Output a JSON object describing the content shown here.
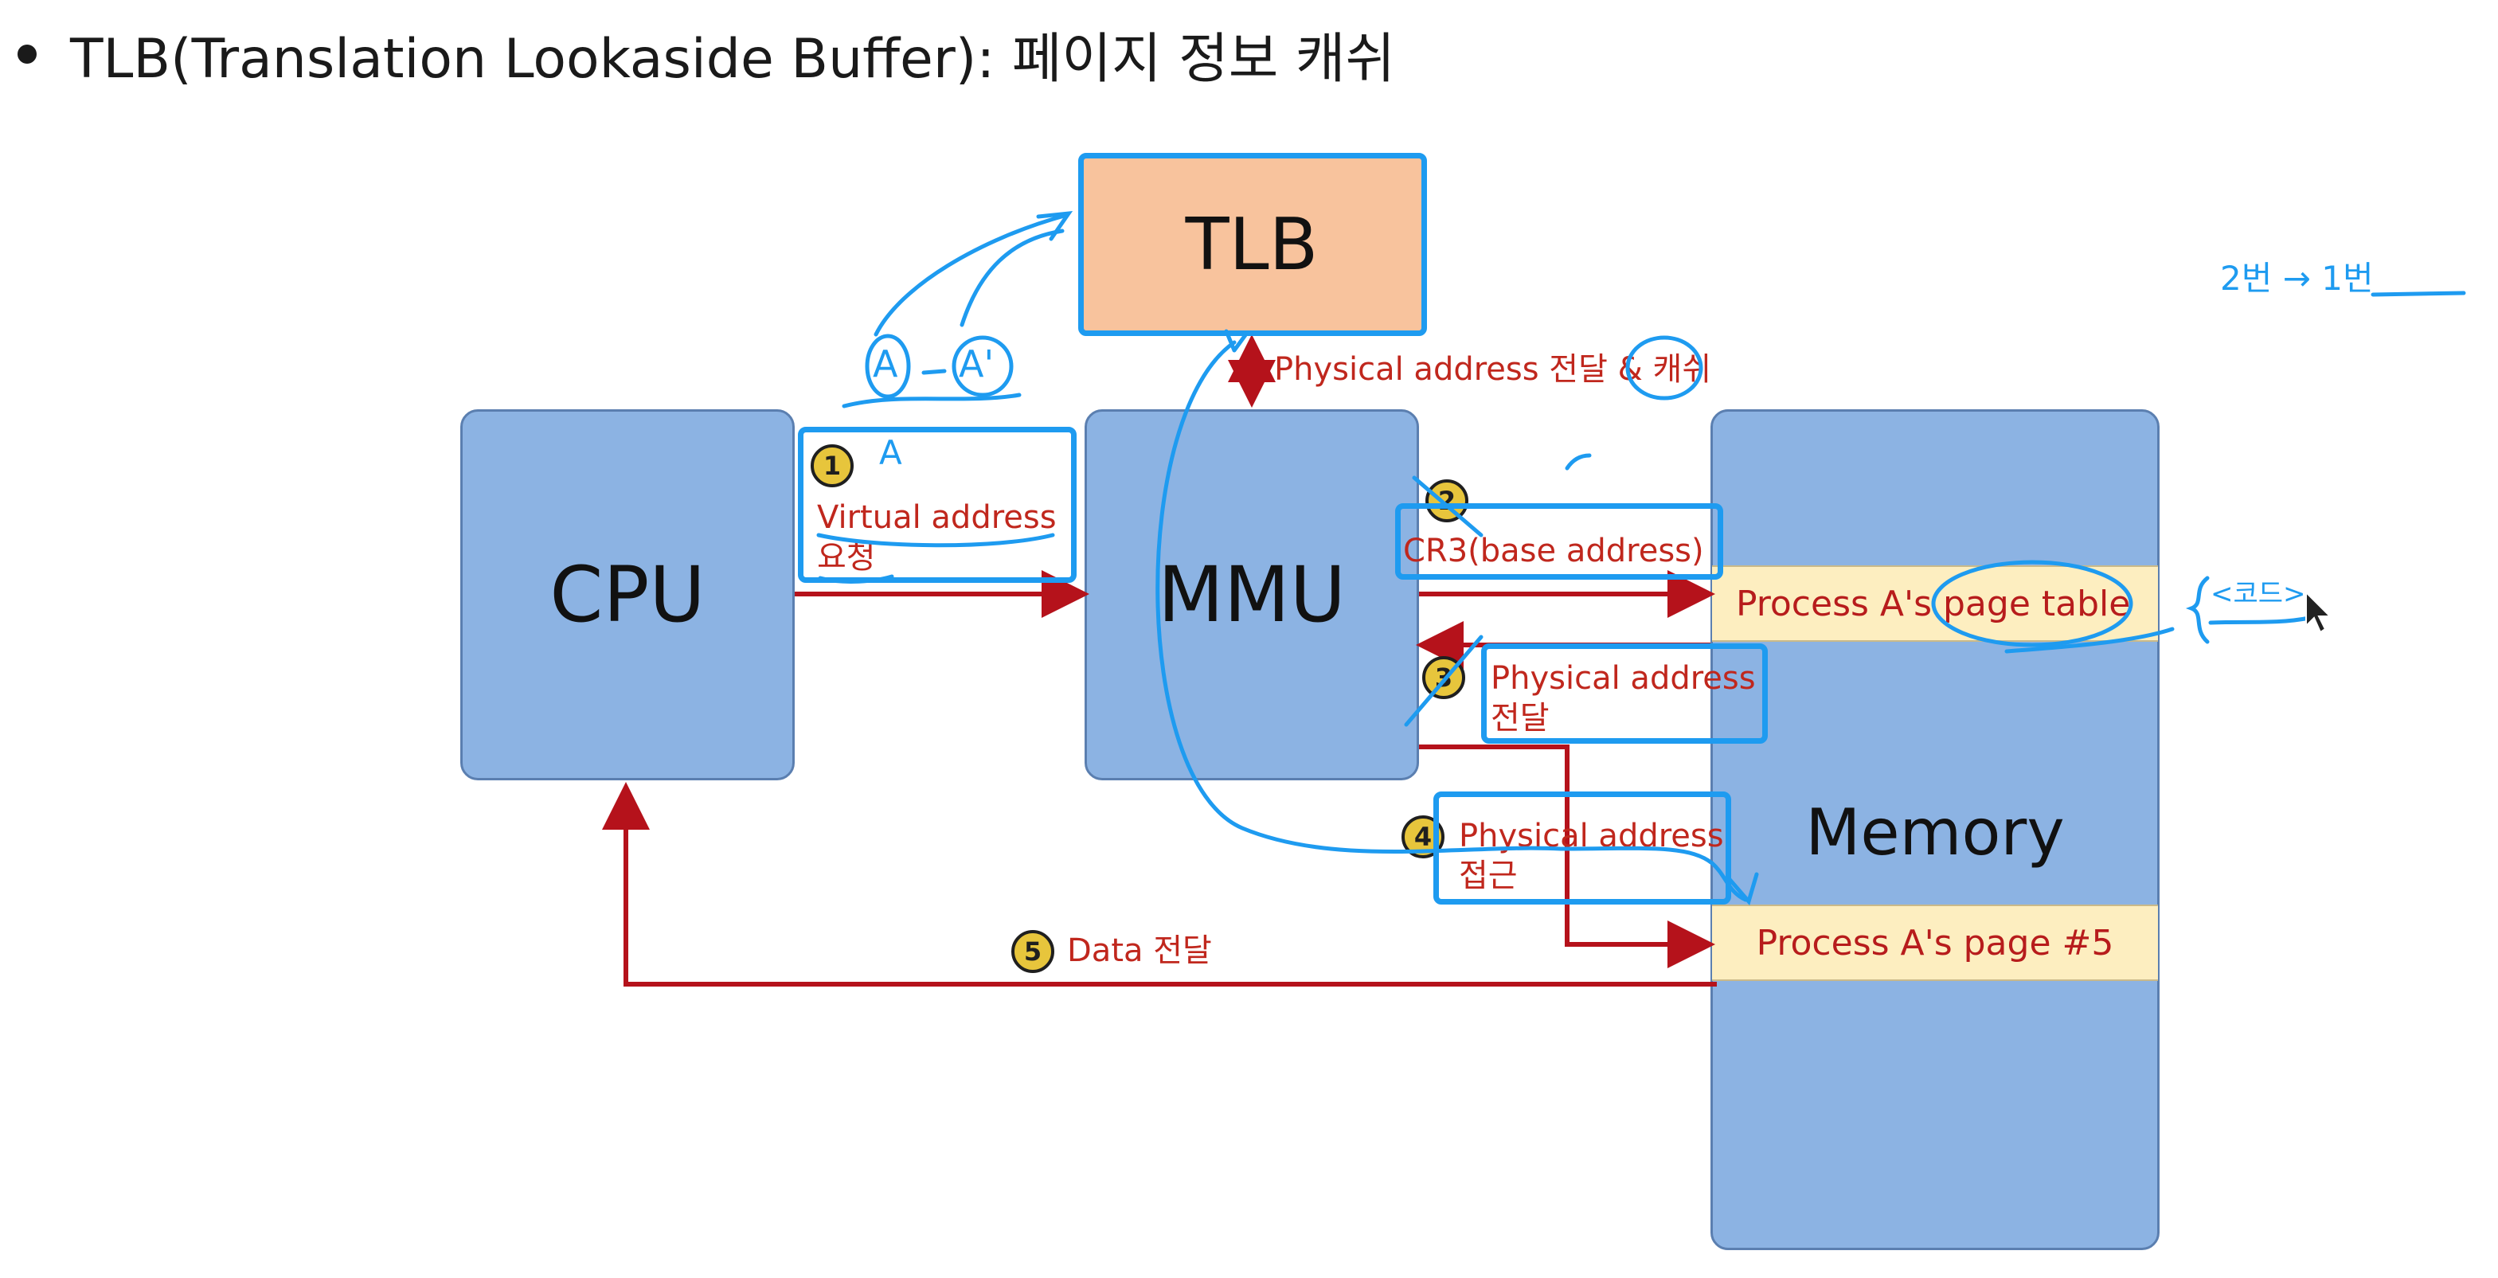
{
  "heading": {
    "text": "TLB(Translation Lookaside Buffer): 페이지 정보 캐쉬"
  },
  "diagram": {
    "cpu_label": "CPU",
    "mmu_label": "MMU",
    "tlb_label": "TLB",
    "memory_label": "Memory",
    "page_table_label": "Process A's page table",
    "page5_label": "Process A's page #5",
    "tlb_link_label": "Physical address 전달 & 캐쉬",
    "steps": [
      {
        "num": "1",
        "line1": "Virtual address",
        "line2": "요청"
      },
      {
        "num": "2",
        "line1": "CR3(base address)"
      },
      {
        "num": "3",
        "line1": "Physical address",
        "line2": "전달"
      },
      {
        "num": "4",
        "line1": "Physical address",
        "line2": "접근"
      },
      {
        "num": "5",
        "line1": "Data 전달"
      }
    ]
  },
  "annotations": {
    "a_left": "A",
    "a_right": "A'",
    "a_small": "A",
    "code_note": "<코드>",
    "order_note": "2번 → 1번"
  },
  "colors": {
    "box_blue": "#8cb3e3",
    "tlb_orange": "#f8c39d",
    "strip_yellow": "#fdeec0",
    "arrow_red": "#b5121b",
    "pen_blue": "#1e9bf0"
  }
}
